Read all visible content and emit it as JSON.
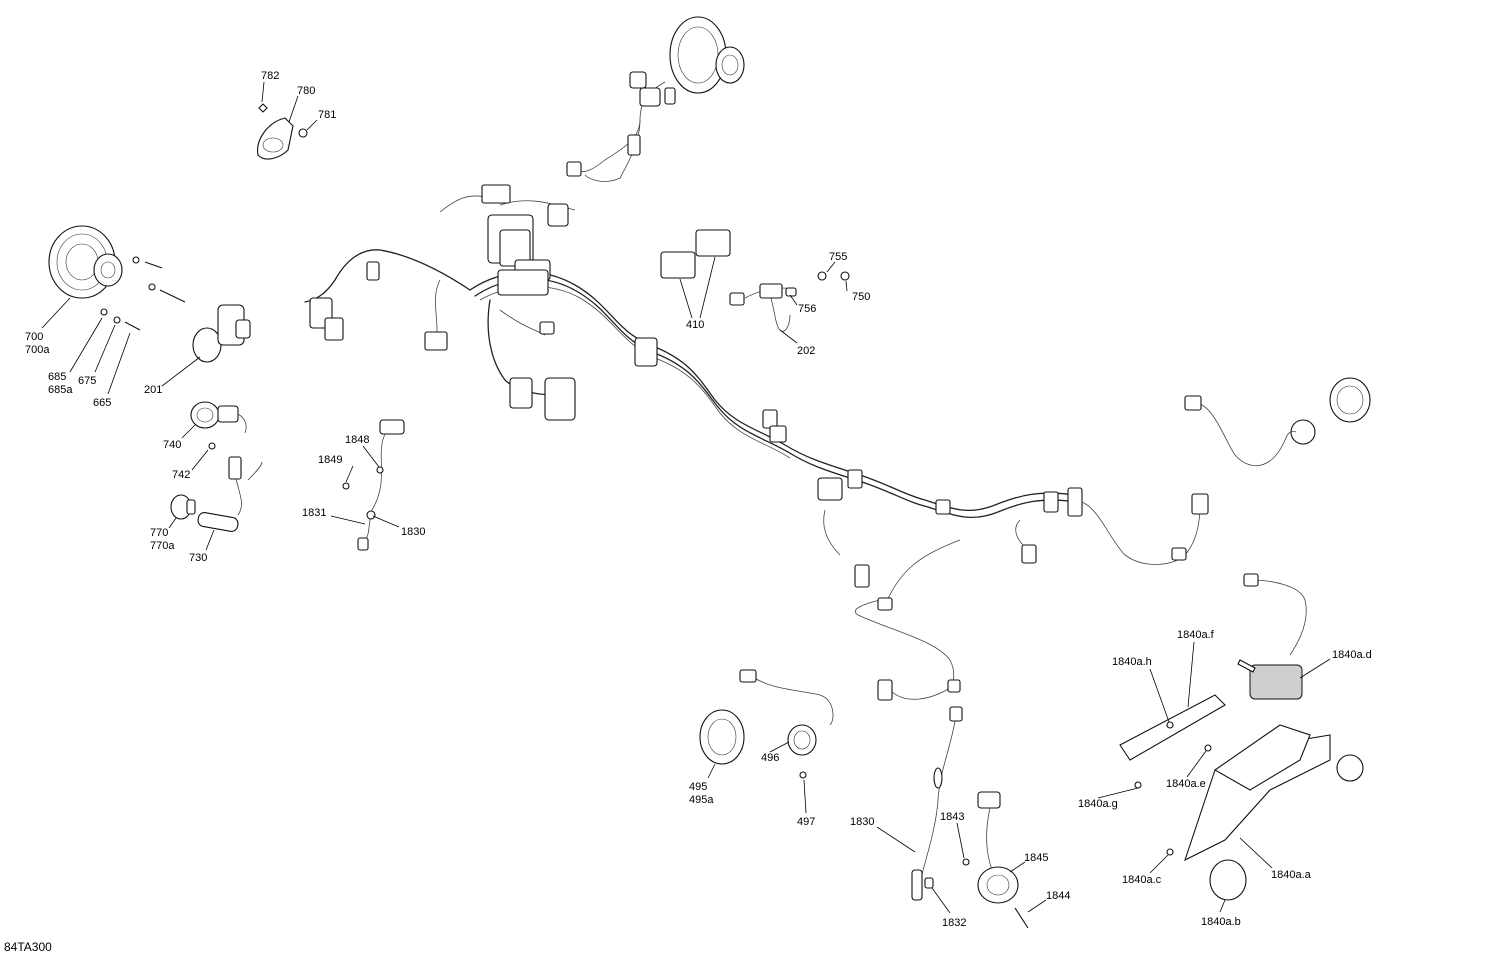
{
  "doc_code": "84TA300",
  "callouts": [
    {
      "id": "782",
      "text": "782"
    },
    {
      "id": "780",
      "text": "780"
    },
    {
      "id": "781",
      "text": "781"
    },
    {
      "id": "700",
      "text": "700"
    },
    {
      "id": "700a",
      "text": "700a"
    },
    {
      "id": "685",
      "text": "685"
    },
    {
      "id": "685a",
      "text": "685a"
    },
    {
      "id": "675",
      "text": "675"
    },
    {
      "id": "665",
      "text": "665"
    },
    {
      "id": "201",
      "text": "201"
    },
    {
      "id": "740",
      "text": "740"
    },
    {
      "id": "742",
      "text": "742"
    },
    {
      "id": "770",
      "text": "770"
    },
    {
      "id": "770a",
      "text": "770a"
    },
    {
      "id": "730",
      "text": "730"
    },
    {
      "id": "1848",
      "text": "1848"
    },
    {
      "id": "1849",
      "text": "1849"
    },
    {
      "id": "1831",
      "text": "1831"
    },
    {
      "id": "1830_top",
      "text": "1830"
    },
    {
      "id": "410",
      "text": "410"
    },
    {
      "id": "755",
      "text": "755"
    },
    {
      "id": "756",
      "text": "756"
    },
    {
      "id": "750",
      "text": "750"
    },
    {
      "id": "202",
      "text": "202"
    },
    {
      "id": "495",
      "text": "495"
    },
    {
      "id": "495a",
      "text": "495a"
    },
    {
      "id": "496",
      "text": "496"
    },
    {
      "id": "497",
      "text": "497"
    },
    {
      "id": "1830_bottom",
      "text": "1830"
    },
    {
      "id": "1843",
      "text": "1843"
    },
    {
      "id": "1845",
      "text": "1845"
    },
    {
      "id": "1844",
      "text": "1844"
    },
    {
      "id": "1832",
      "text": "1832"
    },
    {
      "id": "1840a_h",
      "text": "1840a.h"
    },
    {
      "id": "1840a_f",
      "text": "1840a.f"
    },
    {
      "id": "1840a_d",
      "text": "1840a.d"
    },
    {
      "id": "1840a_e",
      "text": "1840a.e"
    },
    {
      "id": "1840a_g",
      "text": "1840a.g"
    },
    {
      "id": "1840a_c",
      "text": "1840a.c"
    },
    {
      "id": "1840a_a",
      "text": "1840a.a"
    },
    {
      "id": "1840a_b",
      "text": "1840a.b"
    }
  ]
}
